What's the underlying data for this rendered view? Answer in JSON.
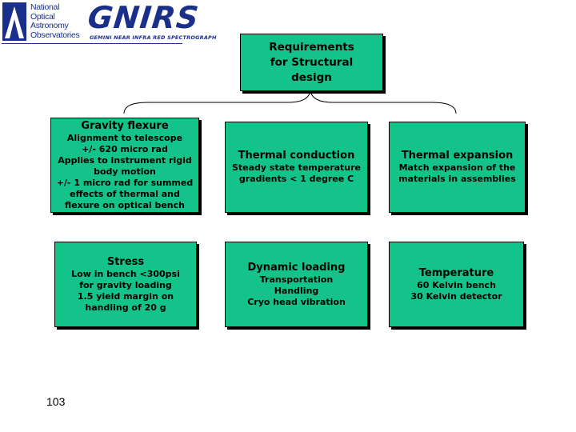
{
  "logo": {
    "institution_lines": [
      "National",
      "Optical",
      "Astronomy",
      "Observatories"
    ],
    "title": "GNIRS",
    "subtitle": "GEMINI NEAR INFRA RED SPECTROGRAPH"
  },
  "root": {
    "title": "Requirements\nfor Structural\ndesign"
  },
  "boxes": [
    {
      "heading": "Gravity flexure",
      "body": "Alignment to telescope\n+/- 620 micro rad\nApplies to instrument rigid\nbody motion\n+/- 1 micro rad for summed\neffects of thermal and\nflexure on optical bench"
    },
    {
      "heading": "Thermal conduction",
      "body": "Steady state temperature\ngradients < 1 degree C"
    },
    {
      "heading": "Thermal expansion",
      "body": "Match expansion of the\nmaterials in assemblies"
    },
    {
      "heading": "Stress",
      "body": "Low in bench <300psi\nfor gravity loading\n1.5 yield margin on\nhandling of 20 g"
    },
    {
      "heading": "Dynamic loading",
      "body": "Transportation\nHandling\nCryo head vibration"
    },
    {
      "heading": "Temperature",
      "body": "60 Kelvin bench\n30 Kelvin detector"
    }
  ],
  "page_number": "103",
  "colors": {
    "box_fill": "#13c38a",
    "logo_blue": "#1a2f8a"
  }
}
